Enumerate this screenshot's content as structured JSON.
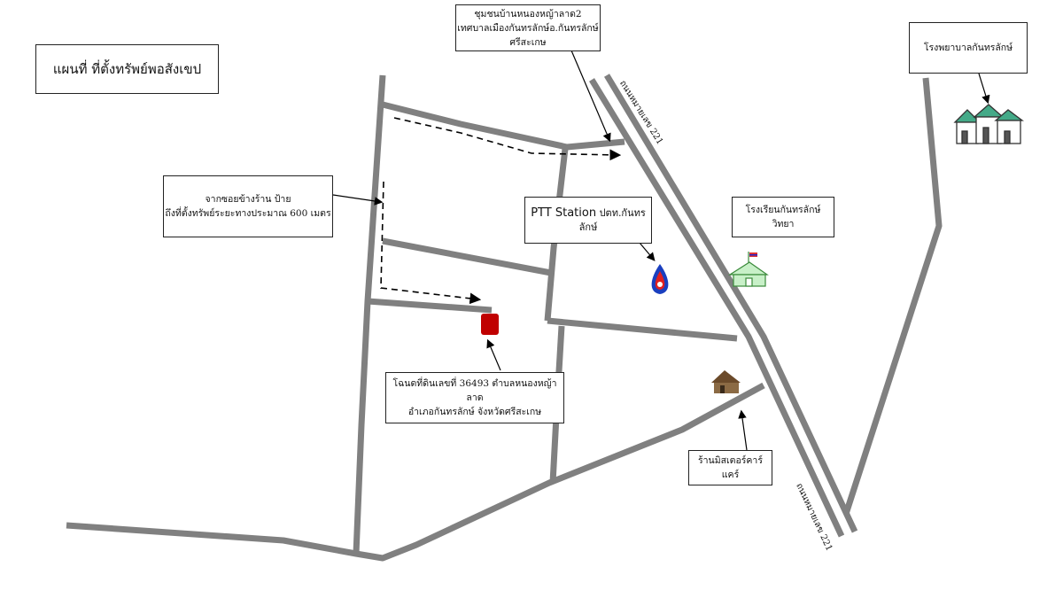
{
  "title": "แผนที่ ที่ตั้งทรัพย์พอสังเขป",
  "community": {
    "lines": [
      "ชุมชนบ้านหนองหญ้าลาด2",
      "เทศบาลเมืองกันทรลักษ์อ.กันทรลักษ์",
      "ศรีสะเกษ"
    ]
  },
  "directions": {
    "lines": [
      "จากซอยข้างร้าน ป้าย",
      "ถึงที่ตั้งทรัพย์ระยะทางประมาณ 600 เมตร"
    ]
  },
  "ptt": {
    "name": "PTT Station",
    "lines": [
      "ปตท.กันทร",
      "ลักษ์"
    ]
  },
  "school": {
    "lines": [
      "โรงเรียนกันทรลักษ์",
      "วิทยา"
    ]
  },
  "hospital": {
    "label": "โรงพยาบาลกันทรลักษ์"
  },
  "deed": {
    "lines": [
      "โฉนดที่ดินเลขที่ 36493 ตำบลหนองหญ้าลาด",
      "อำเภอกันทรลักษ์ จังหวัดศรีสะเกษ"
    ]
  },
  "shop": {
    "lines": [
      "ร้านมิสเตอร์คาร์",
      "แคร์"
    ]
  },
  "road_labels": [
    "ถนนหมายเลข 221",
    "ถนนหมายเลข 221"
  ],
  "colors": {
    "road": "#808080",
    "property": "#c00000"
  }
}
